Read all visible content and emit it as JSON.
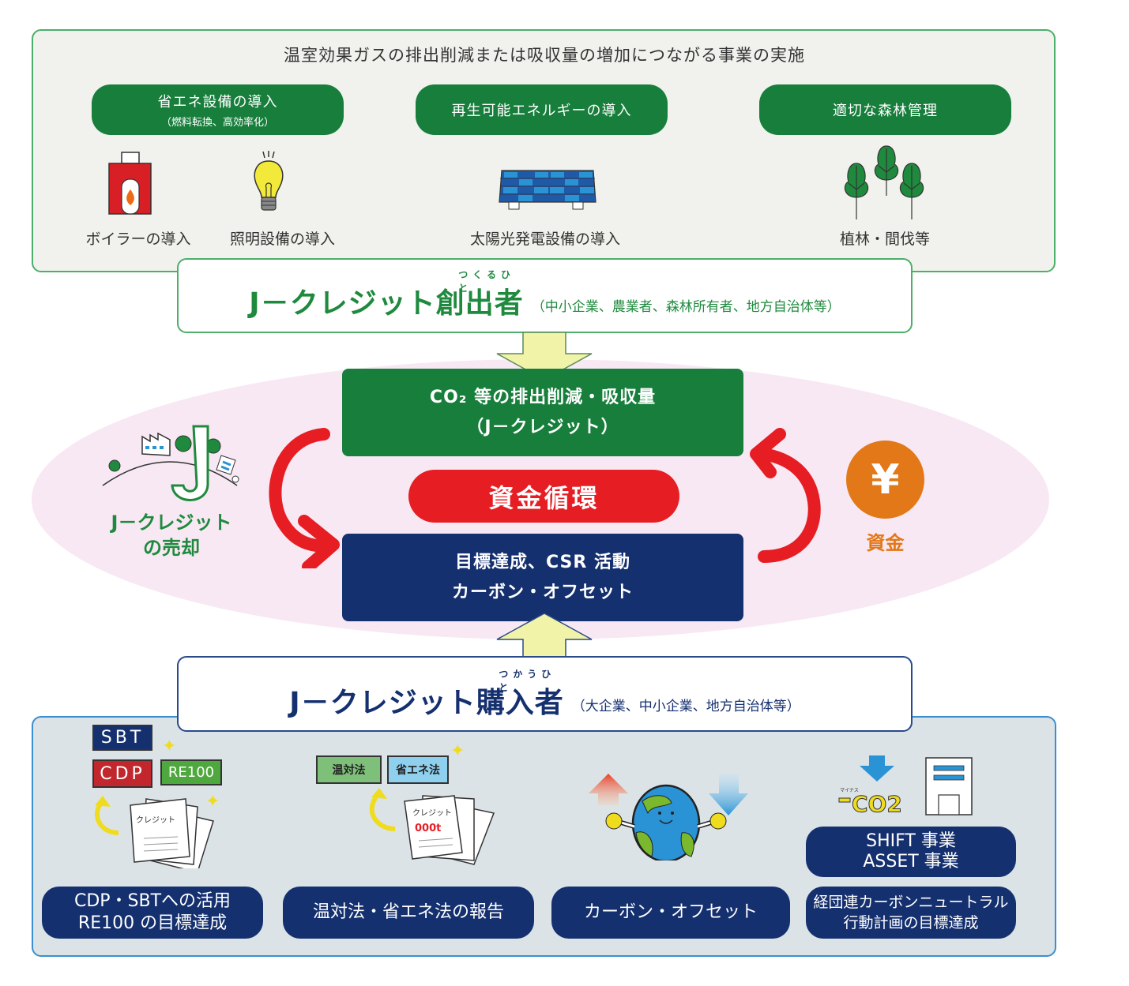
{
  "header": {
    "title": "温室効果ガスの排出削減または吸収量の増加につながる事業の実施"
  },
  "categories": [
    {
      "label": "省エネ設備の導入",
      "sub": "（燃料転換、高効率化）",
      "items": [
        {
          "icon": "boiler-icon",
          "label": "ボイラーの導入"
        },
        {
          "icon": "light-bulb-icon",
          "label": "照明設備の導入"
        }
      ]
    },
    {
      "label": "再生可能エネルギーの導入",
      "sub": "",
      "items": [
        {
          "icon": "solar-panel-icon",
          "label": "太陽光発電設備の導入"
        }
      ]
    },
    {
      "label": "適切な森林管理",
      "sub": "",
      "items": [
        {
          "icon": "trees-icon",
          "label": "植林・間伐等"
        }
      ]
    }
  ],
  "creator": {
    "title": "J－クレジット創出者",
    "ruby": "つくるひと",
    "detail": "（中小企業、農業者、森林所有者、地方自治体等）"
  },
  "cycle": {
    "credit_box_line1": "CO₂ 等の排出削減・吸収量",
    "credit_box_line2": "（J－クレジット）",
    "center_label": "資金循環",
    "goal_box_line1": "目標達成、CSR 活動",
    "goal_box_line2": "カーボン・オフセット",
    "sale_label_line1": "J－クレジット",
    "sale_label_line2": "の売却",
    "fund_symbol": "¥",
    "fund_label": "資金"
  },
  "buyer": {
    "title": "J－クレジット購入者",
    "ruby": "つかうひと",
    "detail": "（大企業、中小企業、地方自治体等）"
  },
  "uses": [
    {
      "tags": [
        "SBT",
        "CDP",
        "RE100"
      ],
      "doc_text": "クレジット",
      "label_lines": [
        "CDP・SBTへの活用",
        "RE100 の目標達成"
      ]
    },
    {
      "tags": [
        "温対法",
        "省エネ法"
      ],
      "doc_text": "クレジット",
      "doc_amount": "000t",
      "label_lines": [
        "温対法・省エネ法の報告"
      ]
    },
    {
      "label_lines": [
        "カーボン・オフセット"
      ]
    },
    {
      "co2_text": "CO2",
      "co2_ruby": "マイナス",
      "upper_lines": [
        "SHIFT 事業",
        "ASSET 事業"
      ],
      "label_lines": [
        "経団連カーボンニュートラル",
        "行動計画の目標達成"
      ]
    }
  ],
  "colors": {
    "green": "#177e3b",
    "navy": "#15306f",
    "red": "#e61e24",
    "orange": "#e27817",
    "pink_bg": "#f8e8f3",
    "top_bg": "#f1f2ed",
    "bottom_bg": "#dbe3e7",
    "arrow_yellow": "#f1f4a8"
  }
}
